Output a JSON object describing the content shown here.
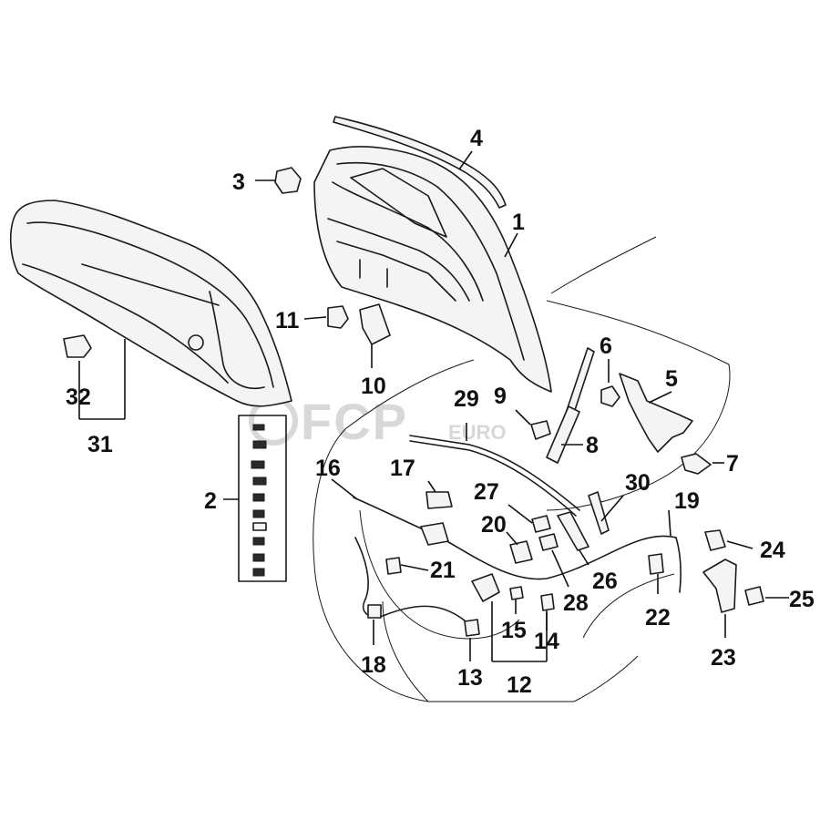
{
  "watermark": {
    "brand": "FCP",
    "suffix": "EURO"
  },
  "callouts": {
    "c1": "1",
    "c2": "2",
    "c3": "3",
    "c4": "4",
    "c5": "5",
    "c6": "6",
    "c7": "7",
    "c8": "8",
    "c9": "9",
    "c10": "10",
    "c11": "11",
    "c12": "12",
    "c13": "13",
    "c14": "14",
    "c15": "15",
    "c16": "16",
    "c17": "17",
    "c18": "18",
    "c19": "19",
    "c20": "20",
    "c21": "21",
    "c22": "22",
    "c23": "23",
    "c24": "24",
    "c25": "25",
    "c26": "26",
    "c27": "27",
    "c28": "28",
    "c29": "29",
    "c30": "30",
    "c31": "31",
    "c32": "32"
  },
  "colors": {
    "line": "#1a1a1a",
    "watermark": "#d8d8d8",
    "background": "#ffffff"
  }
}
